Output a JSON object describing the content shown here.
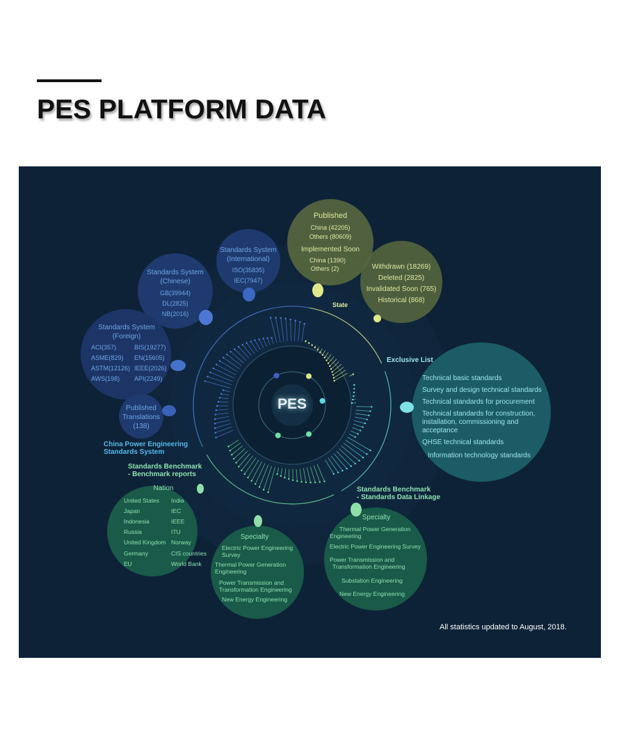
{
  "page": {
    "title": "PES PLATFORM DATA"
  },
  "center": {
    "label": "PES"
  },
  "state": {
    "label": "State",
    "published": {
      "title": "Published",
      "items": [
        "China (42205)",
        "Others (80609)"
      ]
    },
    "implemented": {
      "title": "Implemented Soon",
      "items": [
        "China (1390)",
        "Others (2)"
      ]
    },
    "other": [
      "Withdrawn (18269)",
      "Deleted (2825)",
      "Invalidated Soon (765)",
      "Historical (868)"
    ]
  },
  "system": {
    "label": [
      "China Power Engineering",
      "Standards System"
    ],
    "international": {
      "title": [
        "Standards System",
        "(International)"
      ],
      "items": [
        "ISO(35835)",
        "IEC(7947)"
      ]
    },
    "chinese": {
      "title": [
        "Standards System",
        "(Chinese)"
      ],
      "items": [
        "GB(39944)",
        "DL(2825)",
        "NB(2016)"
      ]
    },
    "foreign": {
      "title": [
        "Standards System",
        "(Foreign)"
      ],
      "col1": [
        "ACI(357)",
        "ASME(829)",
        "ASTM(12126)",
        "AWS(198)"
      ],
      "col2": [
        "BIS(19277)",
        "EN(15605)",
        "IEEE(2026)",
        "API(2249)"
      ]
    },
    "translations": {
      "lines": [
        "Published",
        "Translations",
        "(138)"
      ]
    }
  },
  "exclusive": {
    "label": "Exclusive List",
    "items": [
      "Technical basic standards",
      "Survey and design technical standards",
      "Technical standards for procurement",
      "Technical standards for construction,",
      "installation, commissioning and",
      "acceptance",
      "QHSE technical standards",
      "Information technology standards"
    ]
  },
  "benchmark_reports": {
    "label": [
      "Standards Benchmark",
      "- Benchmark reports"
    ],
    "nation_title": "Nation",
    "col1": [
      "United States",
      "Japan",
      "Indonesia",
      "Russia",
      "United Kingdom",
      "Germany",
      "EU"
    ],
    "col2": [
      "India",
      "IEC",
      "IEEE",
      "ITU",
      "Norway",
      "CIS countries",
      "World Bank"
    ],
    "specialty_title": "Specialty",
    "specialty": [
      "Electric Power Engineering",
      "Survey",
      "Thermal Power Generation",
      "Engineering",
      "Power Transmission and",
      "Transformation Engineering",
      "New Energy Engineering"
    ]
  },
  "data_linkage": {
    "label": [
      "Standards Benchmark",
      "- Standards Data Linkage"
    ],
    "specialty_title": "Specialty",
    "items": [
      "Thermal Power Generation",
      "Engineering",
      "Electric Power Engineering Survey",
      "Power Transmission and",
      "Transformation Engineering",
      "Substation Engineering",
      "New Energy Engineering"
    ]
  },
  "footer": {
    "note": "All statistics updated to August, 2018."
  },
  "colors": {
    "panel": "#0d2237",
    "blue": "#1e3a6e",
    "olive": "#56663f",
    "teal": "#1b5c66",
    "green": "#195a48"
  }
}
